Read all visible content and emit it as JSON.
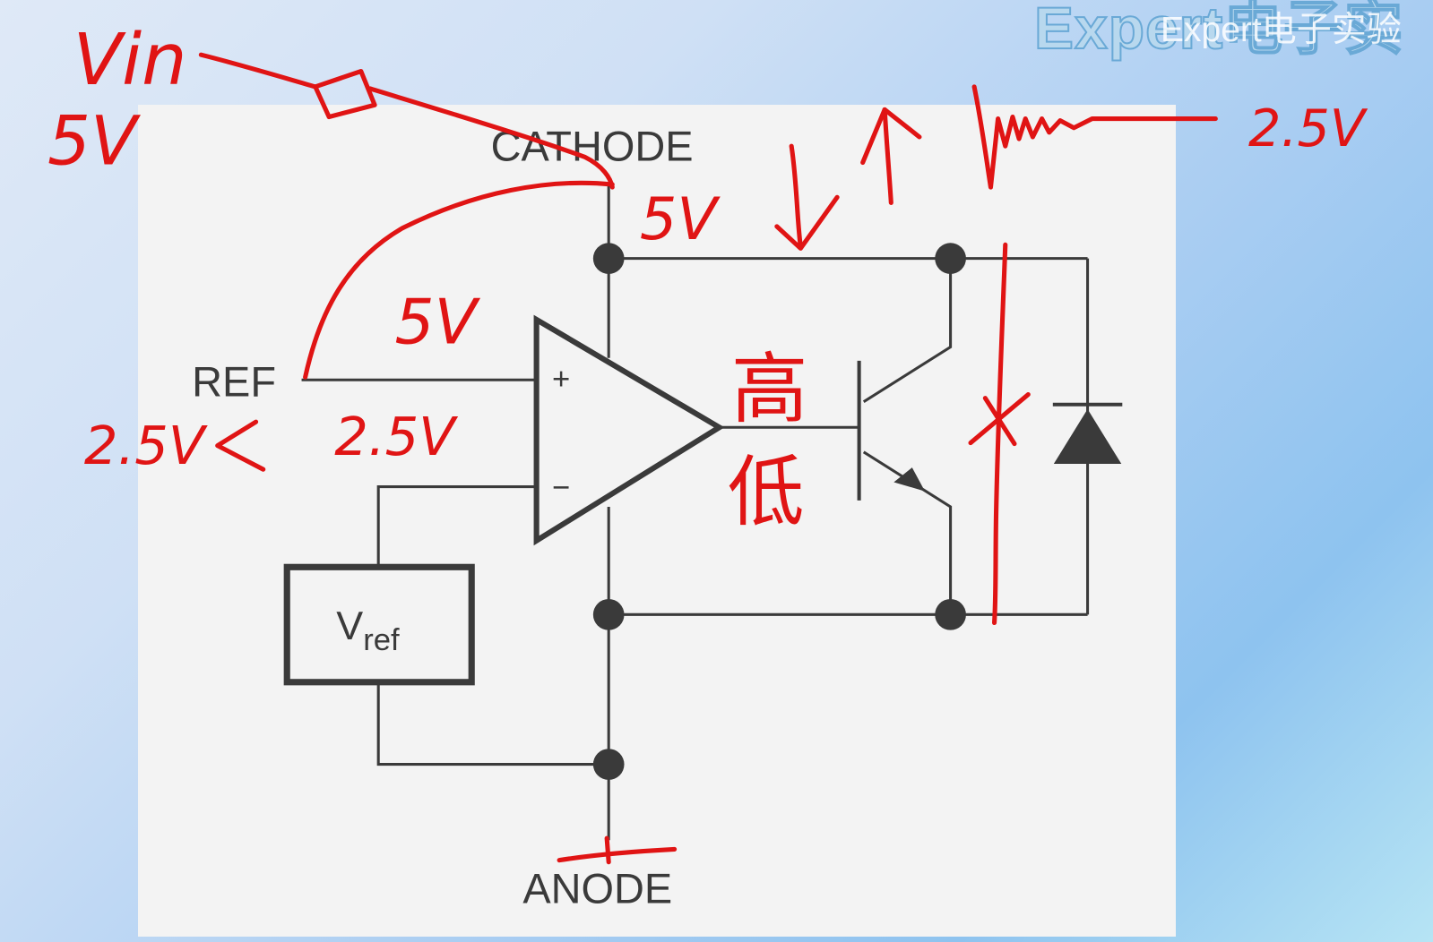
{
  "watermark": "Expert电子实",
  "diagram": {
    "cathode": "CATHODE",
    "anode": "ANODE",
    "ref": "REF",
    "opamp_plus": "+",
    "opamp_minus": "−",
    "vref_main": "V",
    "vref_sub": "ref"
  },
  "annotations": {
    "vin": "Vin",
    "vin_voltage": "5V",
    "cathode_voltage": "5V",
    "feedback_voltage": "5V",
    "ref_voltage": "2.5V",
    "plus_input_voltage": "2.5V",
    "output_voltage": "2.5V",
    "high": "高",
    "low": "低"
  },
  "colors": {
    "ink": "#e01414",
    "lines": "#3a3a3a",
    "board": "#f3f3f3"
  }
}
